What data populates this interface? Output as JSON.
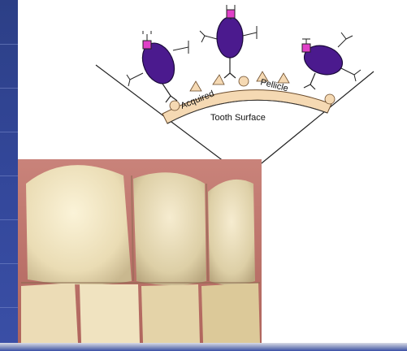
{
  "diagram": {
    "tooth_surface_label": "Tooth Surface",
    "pellicle_label_left": "Acquired",
    "pellicle_label_right": "Pellicle"
  },
  "colors": {
    "pellicle": "#f5d9b3",
    "bacteria_body": "#4b1a8e",
    "bacteria_marker": "#e040c8",
    "slide_accent": "#33479a"
  }
}
